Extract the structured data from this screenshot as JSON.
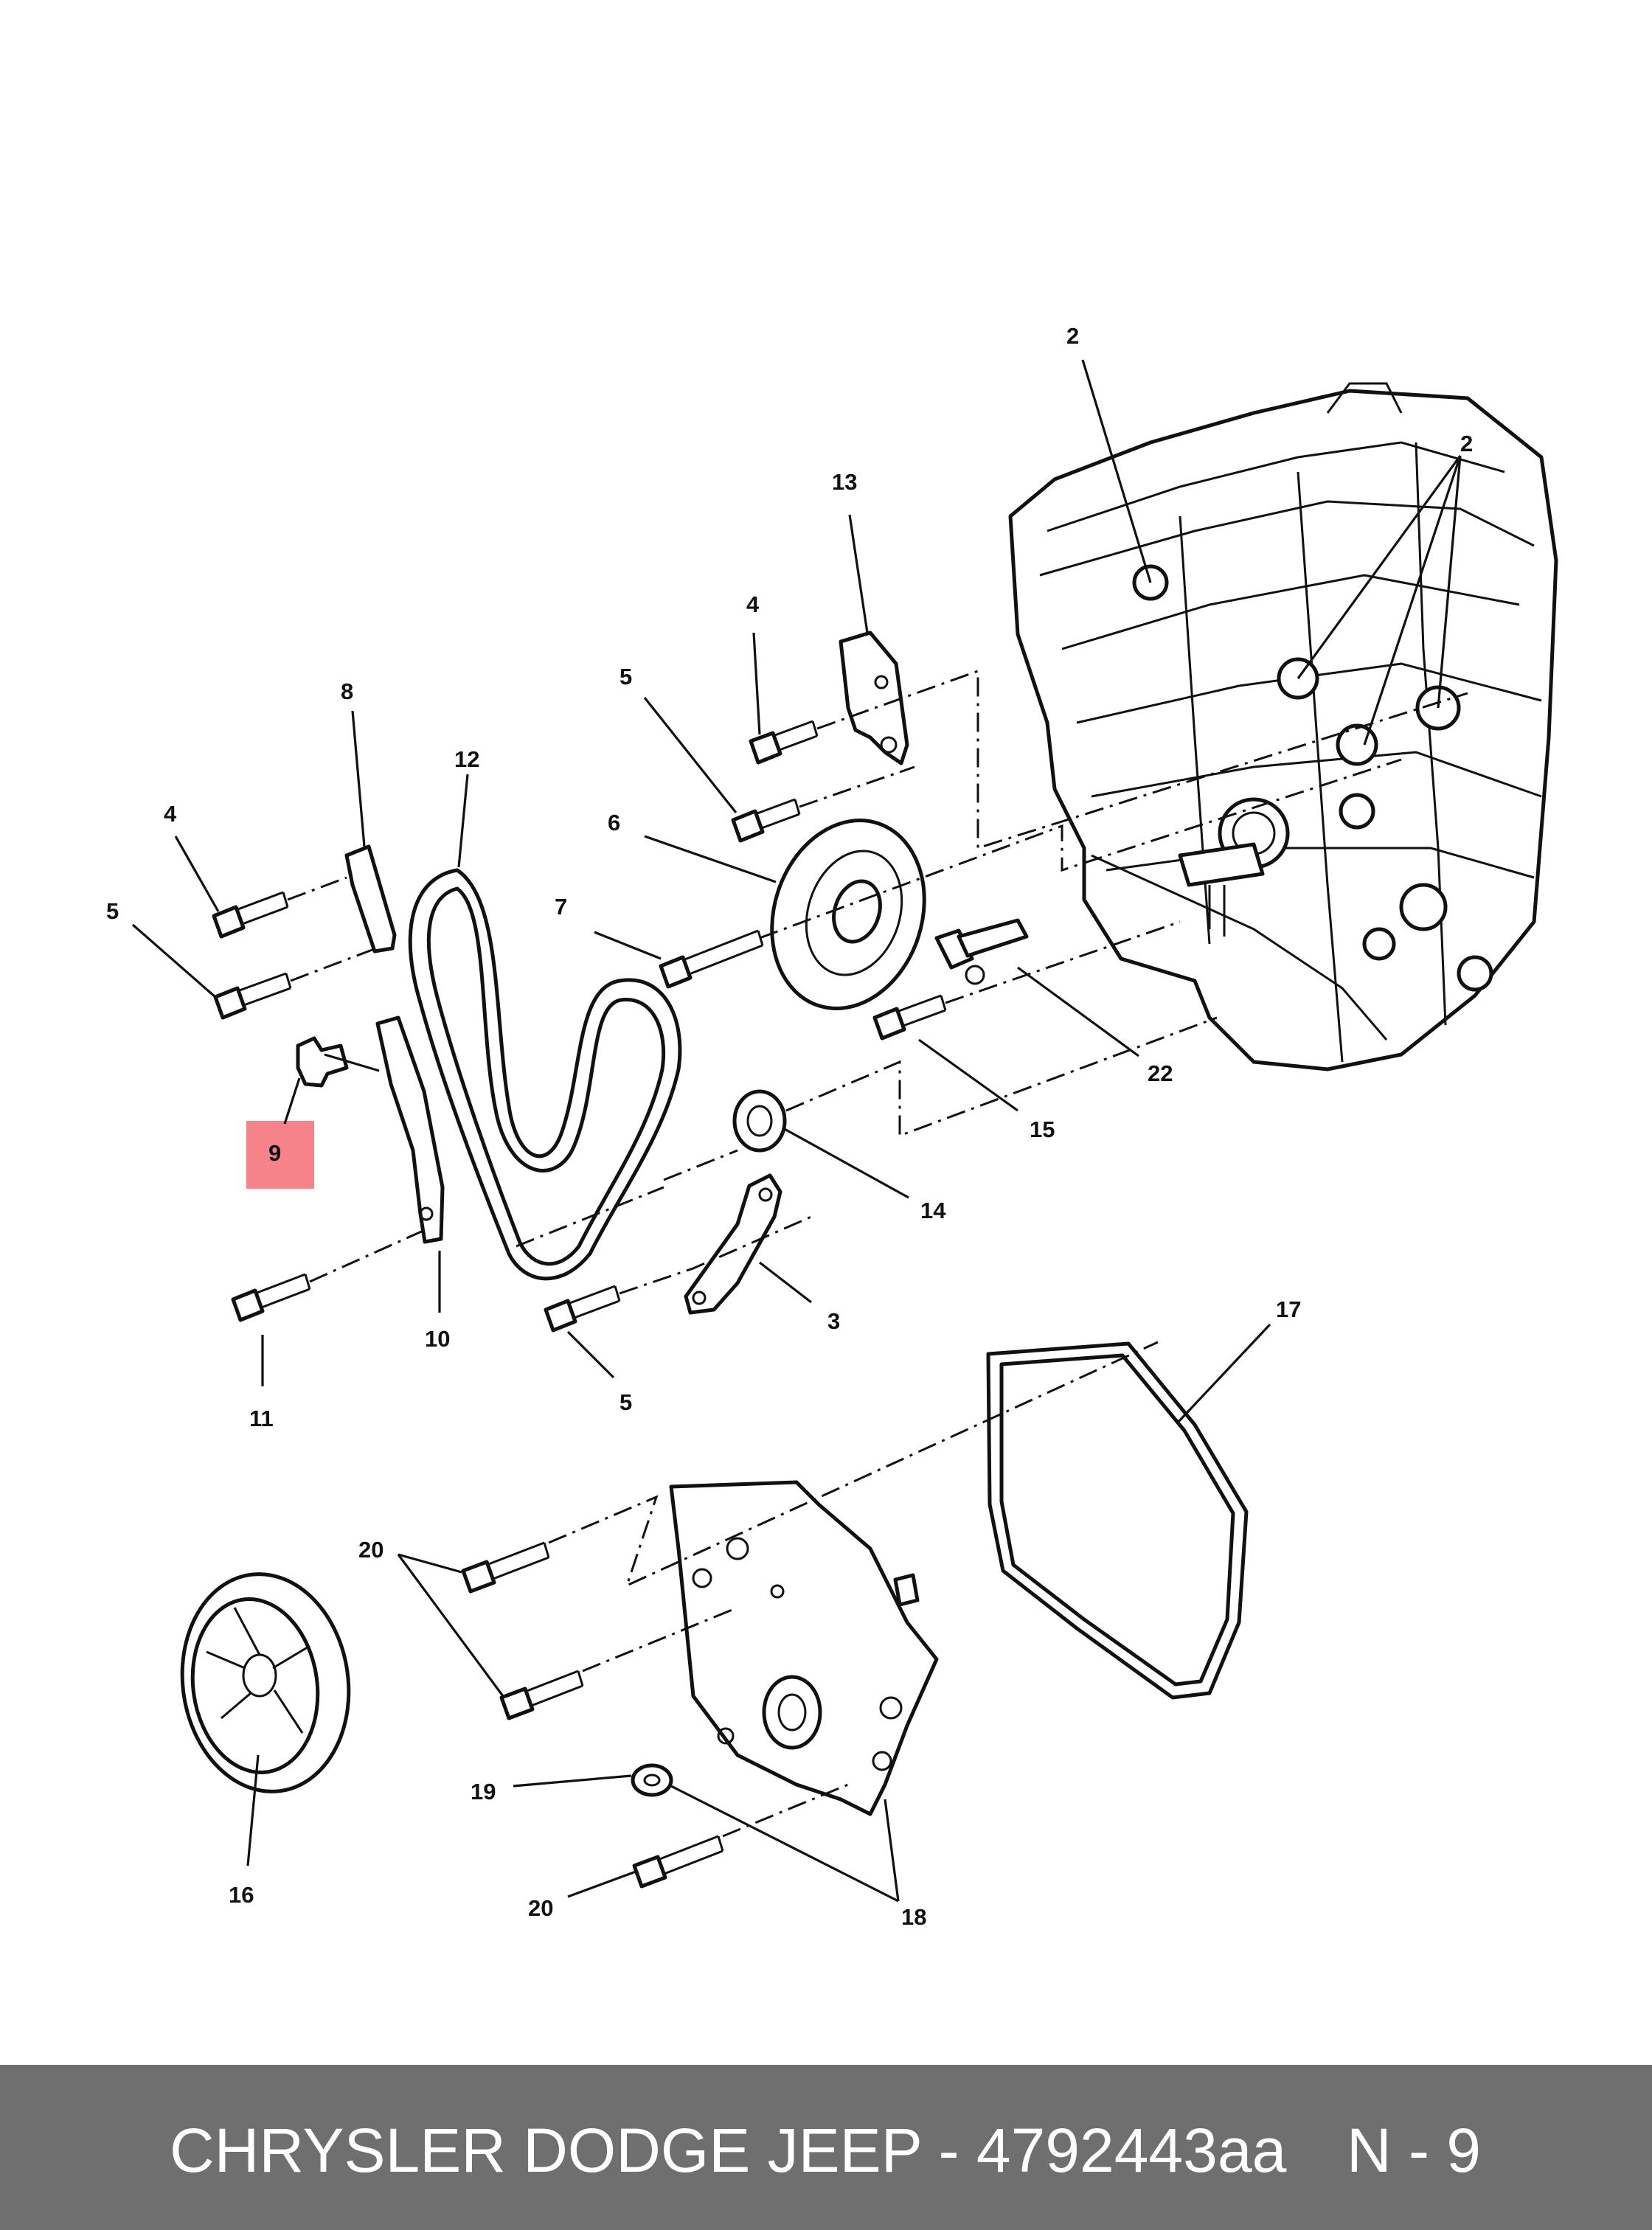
{
  "callouts": {
    "c2a": "2",
    "c2b": "2",
    "c13": "13",
    "c4a": "4",
    "c5a": "5",
    "c8": "8",
    "c12": "12",
    "c6": "6",
    "c4b": "4",
    "c7": "7",
    "c5b": "5",
    "c9": "9",
    "c22": "22",
    "c15": "15",
    "c14": "14",
    "c10": "10",
    "c11": "11",
    "c5c": "5",
    "c3": "3",
    "c17": "17",
    "c20a": "20",
    "c20b": "20",
    "c19": "19",
    "c16": "16",
    "c18": "18"
  },
  "highlight": {
    "part": "9",
    "color": "#f6838a"
  },
  "footer": {
    "title": "CHRYSLER DODGE JEEP - 4792443aa",
    "code": "N - 9",
    "background": "#6f6f6f"
  }
}
